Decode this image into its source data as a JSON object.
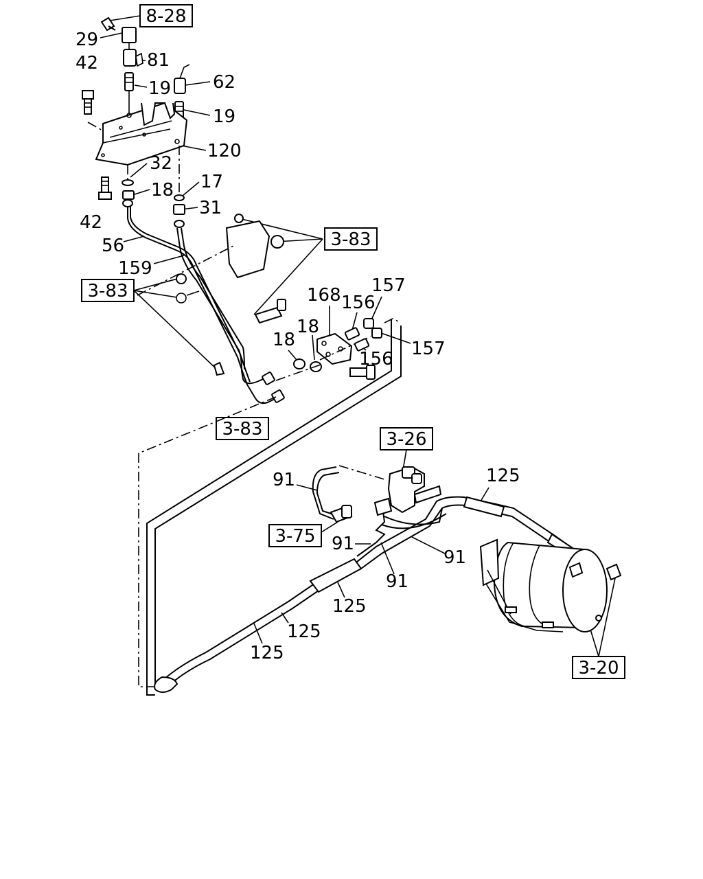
{
  "ref_boxes": {
    "r_8_28": "8-28",
    "r_3_83_a": "3-83",
    "r_3_83_b": "3-83",
    "r_3_83_c": "3-83",
    "r_3_26": "3-26",
    "r_3_75": "3-75",
    "r_3_20": "3-20"
  },
  "callouts": {
    "c29": "29",
    "c81": "81",
    "c42a": "42",
    "c19a": "19",
    "c62": "62",
    "c19b": "19",
    "c120": "120",
    "c32": "32",
    "c17": "17",
    "c18a": "18",
    "c31": "31",
    "c42b": "42",
    "c56": "56",
    "c159": "159",
    "c168": "168",
    "c157a": "157",
    "c156a": "156",
    "c18b": "18",
    "c18c": "18",
    "c157b": "157",
    "c156b": "156",
    "c125a": "125",
    "c91a": "91",
    "c91b": "91",
    "c91c": "91",
    "c91d": "91",
    "c125b": "125",
    "c125c": "125",
    "c125d": "125"
  }
}
